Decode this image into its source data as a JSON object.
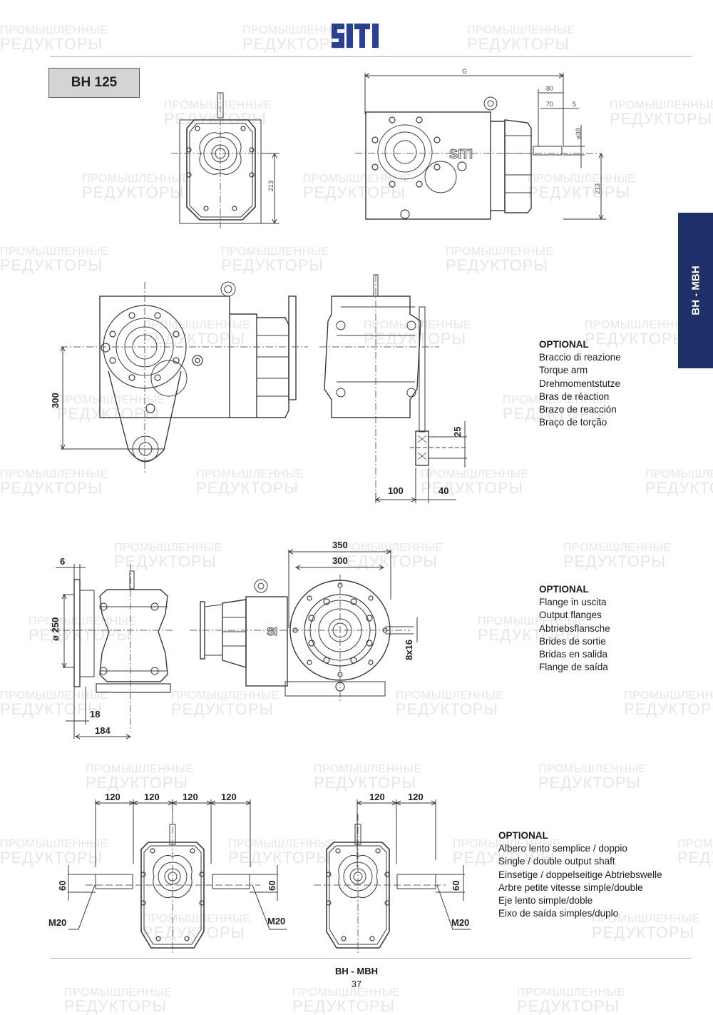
{
  "header": {
    "brand": "SITI",
    "brand_color": "#2a3f9a",
    "watermark_line1": "ПРОМЫШЛЕННЫЕ",
    "watermark_line2": "РЕДУКТОРЫ"
  },
  "model": {
    "label": "BH 125"
  },
  "side_tab": {
    "label": "BH - MBH",
    "color": "#1d3168"
  },
  "views": {
    "front_top": {
      "dim_height": "213"
    },
    "side_top": {
      "dim_overall": "G",
      "dim_shaft_total": "80",
      "dim_shaft_len": "70",
      "dim_shaft_offset": "5",
      "dim_shaft_dia": "ø38",
      "dim_height": "213",
      "logo": "SITI"
    },
    "torque_arm_side": {
      "dim_height": "300"
    },
    "torque_arm_front": {
      "dim_bushing": "25",
      "dim_arm_offset": "100",
      "dim_arm_width": "40"
    },
    "flange_front": {
      "dim_thickness": "6",
      "dim_diameter": "ø 250",
      "dim_spigot": "18",
      "dim_face": "184"
    },
    "flange_side": {
      "dim_outer": "350",
      "dim_bolt_circle": "300",
      "dim_holes": "8x16"
    },
    "double_shaft": {
      "dims_top": [
        "120",
        "120",
        "120",
        "120"
      ],
      "dim_dia_left": "60",
      "dim_dia_right": "60",
      "thread_left": "M20",
      "thread_right": "M20"
    },
    "single_shaft": {
      "dims_top": [
        "120",
        "120"
      ],
      "dim_dia": "60",
      "thread": "M20"
    }
  },
  "optional_blocks": [
    {
      "heading": "OPTIONAL",
      "lines": [
        "Braccio di reazione",
        "Torque arm",
        "Drehmomentstutze",
        "Bras de réaction",
        "Brazo de reacción",
        "Braço de torção"
      ]
    },
    {
      "heading": "OPTIONAL",
      "lines": [
        "Flange in uscita",
        "Output flanges",
        "Abtriebsflansche",
        "Brides de sortie",
        "Bridas en salida",
        "Flange de saída"
      ]
    },
    {
      "heading": "OPTIONAL",
      "lines": [
        "Albero lento semplice / doppio",
        "Single / double output shaft",
        "Einsetige / doppelseitige Abtriebswelle",
        "Arbre petite vitesse simple/double",
        "Eje lento simple/doble",
        "Eixo de saída simples/duplo"
      ]
    }
  ],
  "footer": {
    "title": "BH - MBH",
    "page": "37"
  }
}
